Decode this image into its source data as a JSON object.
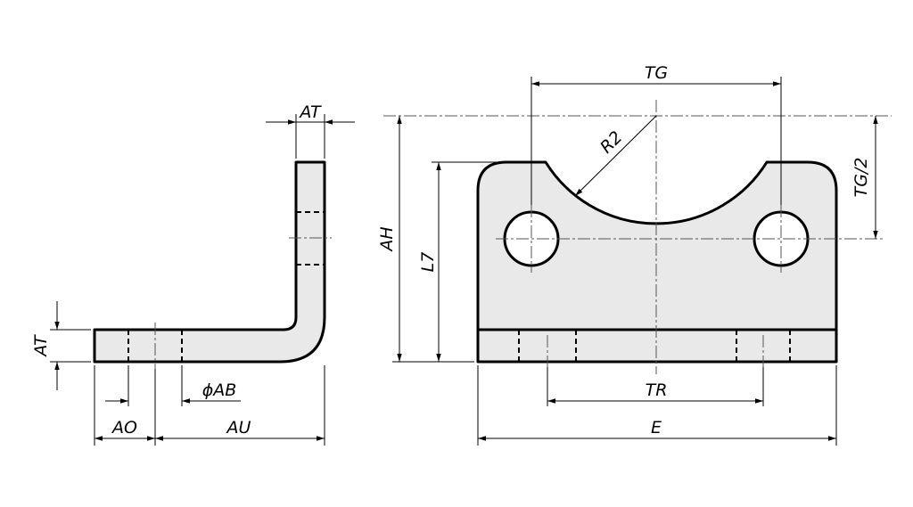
{
  "labels": {
    "at_top": "AT",
    "at_side": "AT",
    "phi_ab": "ϕAB",
    "ao": "AO",
    "au": "AU",
    "tg": "TG",
    "r2": "R2",
    "ah": "AH",
    "l7": "L7",
    "tg_half": "TG/2",
    "tr": "TR",
    "e": "E"
  },
  "colors": {
    "part_fill": "#e9e9e9",
    "line": "#000000"
  }
}
